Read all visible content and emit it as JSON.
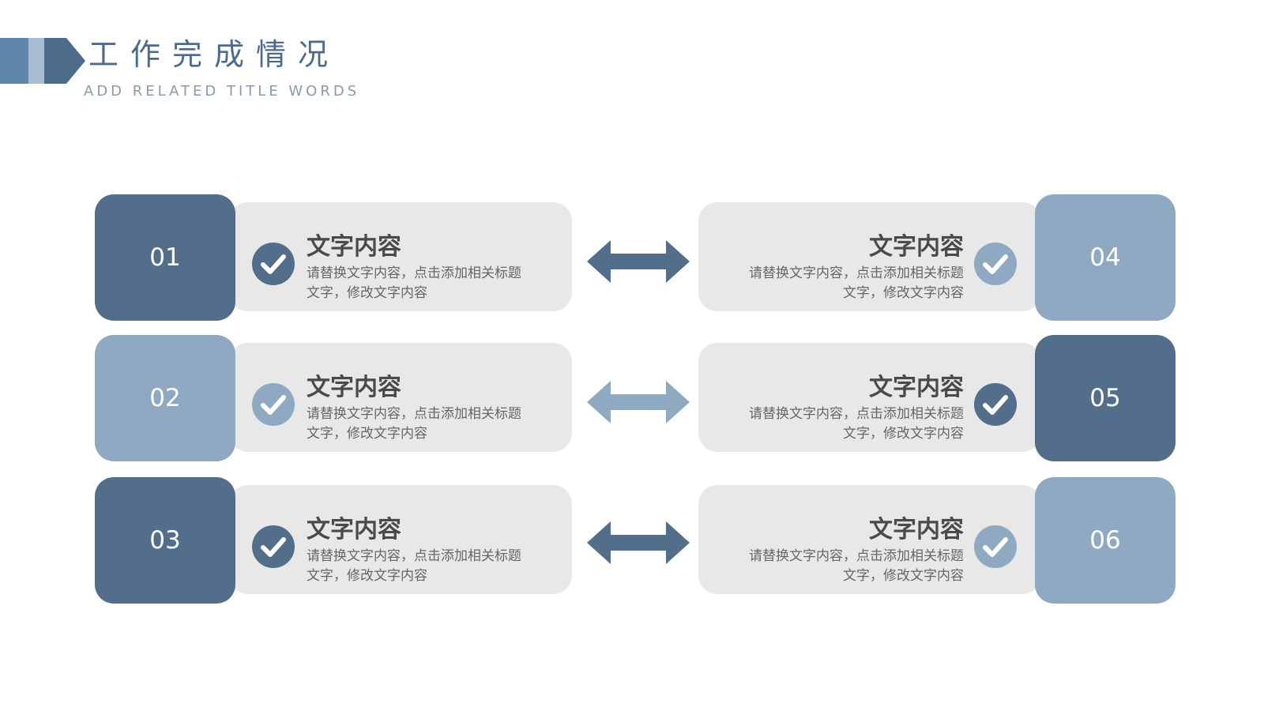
{
  "header": {
    "title": "工作完成情况",
    "subtitle": "ADD RELATED TITLE WORDS"
  },
  "colors": {
    "dark": "#526e8b",
    "light": "#8fa9c2",
    "panel": "#e8e8e8",
    "title": "#4d6b8a"
  },
  "items": [
    {
      "number": "01",
      "title": "文字内容",
      "line1": "请替换文字内容，点击添加相关标题",
      "line2": "文字，修改文字内容",
      "tone": "dark",
      "icon": "check-circle-icon"
    },
    {
      "number": "02",
      "title": "文字内容",
      "line1": "请替换文字内容，点击添加相关标题",
      "line2": "文字，修改文字内容",
      "tone": "light",
      "icon": "check-circle-icon"
    },
    {
      "number": "03",
      "title": "文字内容",
      "line1": "请替换文字内容，点击添加相关标题",
      "line2": "文字，修改文字内容",
      "tone": "dark",
      "icon": "check-circle-icon"
    },
    {
      "number": "04",
      "title": "文字内容",
      "line1": "请替换文字内容，点击添加相关标题",
      "line2": "文字，修改文字内容",
      "tone": "light",
      "icon": "check-circle-icon"
    },
    {
      "number": "05",
      "title": "文字内容",
      "line1": "请替换文字内容，点击添加相关标题",
      "line2": "文字，修改文字内容",
      "tone": "dark",
      "icon": "check-circle-icon"
    },
    {
      "number": "06",
      "title": "文字内容",
      "line1": "请替换文字内容，点击添加相关标题",
      "line2": "文字，修改文字内容",
      "tone": "light",
      "icon": "check-circle-icon"
    }
  ],
  "arrows": [
    {
      "icon": "double-arrow-icon",
      "tone": "dark"
    },
    {
      "icon": "double-arrow-icon",
      "tone": "light"
    },
    {
      "icon": "double-arrow-icon",
      "tone": "dark"
    }
  ]
}
